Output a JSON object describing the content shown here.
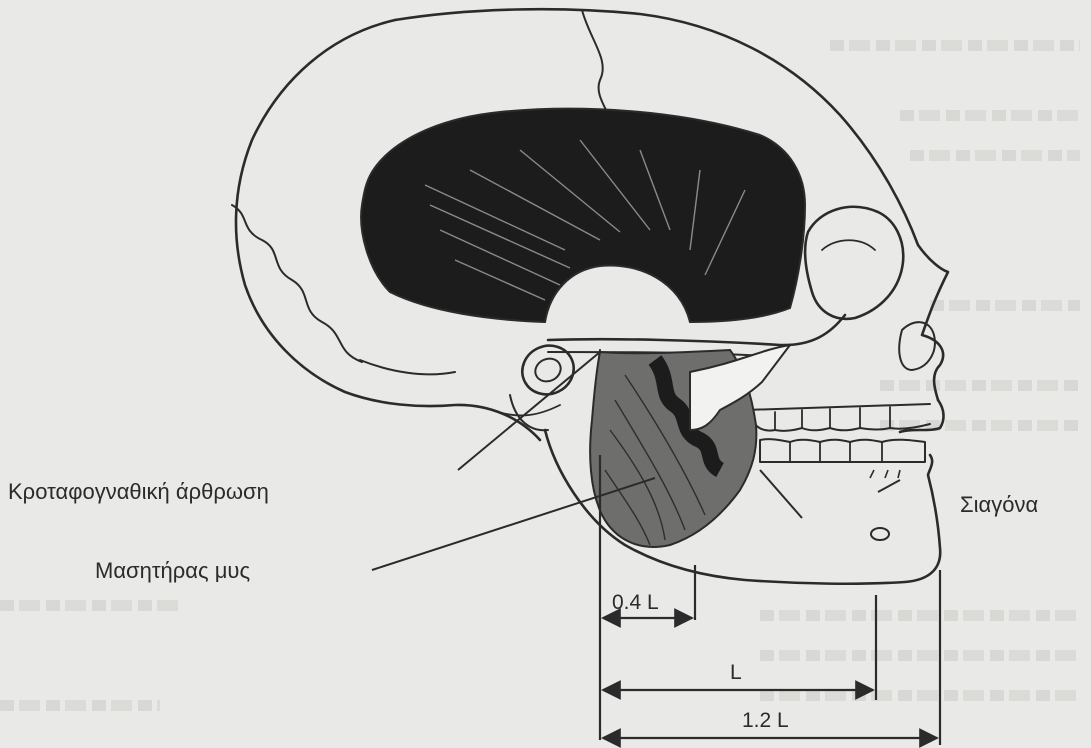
{
  "labels": {
    "tmj": "Κροταφογναθική άρθρωση",
    "masseter": "Μασητήρας μυς",
    "jaw": "Σιαγόνα"
  },
  "dimensions": {
    "d1": "0.4 L",
    "d2": "L",
    "d3": "1.2 L"
  },
  "colors": {
    "ink": "#2b2b2b",
    "muscle": "#1c1c1c",
    "paper": "#e9e9e7"
  }
}
